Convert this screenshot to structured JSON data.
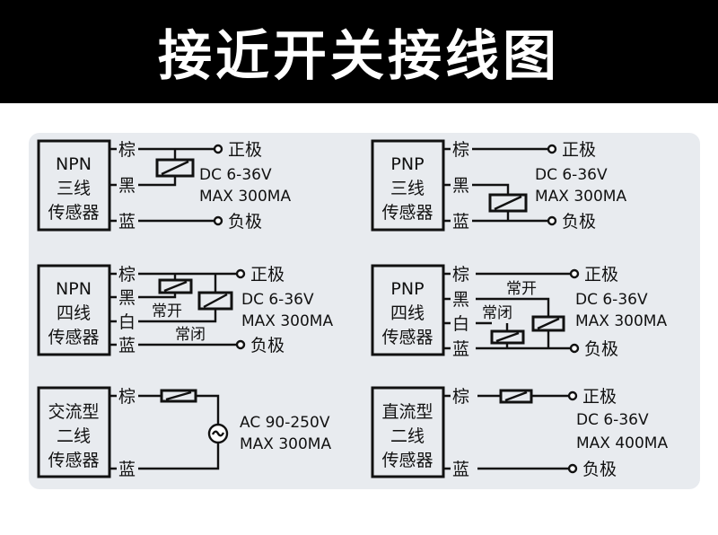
{
  "title": "接近开关接线图",
  "colors": {
    "header_bg": "#000000",
    "panel_bg": "#e8ebef",
    "line": "#111111"
  },
  "diagrams": [
    {
      "box": [
        "NPN",
        "三线",
        "传感器"
      ],
      "wires": [
        "棕",
        "黑",
        "蓝"
      ],
      "positive": "正极",
      "negative": "负极",
      "spec1": "DC 6-36V",
      "spec2": "MAX 300MA"
    },
    {
      "box": [
        "PNP",
        "三线",
        "传感器"
      ],
      "wires": [
        "棕",
        "黑",
        "蓝"
      ],
      "positive": "正极",
      "negative": "负极",
      "spec1": "DC 6-36V",
      "spec2": "MAX 300MA"
    },
    {
      "box": [
        "NPN",
        "四线",
        "传感器"
      ],
      "wires": [
        "棕",
        "黑",
        "白",
        "蓝"
      ],
      "positive": "正极",
      "negative": "负极",
      "no": "常开",
      "nc": "常闭",
      "spec1": "DC 6-36V",
      "spec2": "MAX 300MA"
    },
    {
      "box": [
        "PNP",
        "四线",
        "传感器"
      ],
      "wires": [
        "棕",
        "黑",
        "白",
        "蓝"
      ],
      "positive": "正极",
      "negative": "负极",
      "no": "常开",
      "nc": "常闭",
      "spec1": "DC 6-36V",
      "spec2": "MAX 300MA"
    },
    {
      "box": [
        "交流型",
        "二线",
        "传感器"
      ],
      "wires": [
        "棕",
        "蓝"
      ],
      "spec1": "AC 90-250V",
      "spec2": "MAX 300MA"
    },
    {
      "box": [
        "直流型",
        "二线",
        "传感器"
      ],
      "wires": [
        "棕",
        "蓝"
      ],
      "positive": "正极",
      "negative": "负极",
      "spec1": "DC 6-36V",
      "spec2": "MAX 400MA"
    }
  ]
}
